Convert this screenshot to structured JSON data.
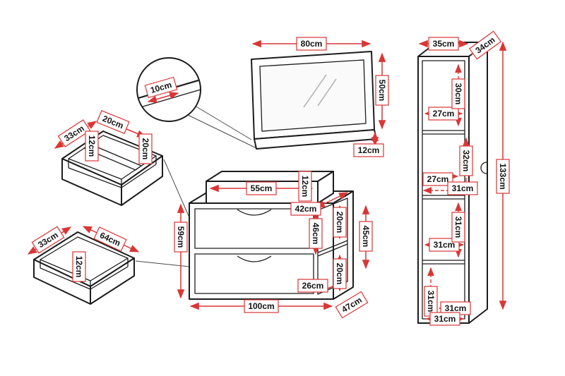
{
  "colors": {
    "accent": "#d93636",
    "line": "#1c1c1c",
    "background": "#ffffff"
  },
  "unit": "cm",
  "mirror": {
    "width": "80cm",
    "height": "50cm",
    "shelf_depth": "12cm"
  },
  "detail": {
    "shelf": "10cm"
  },
  "organizer": {
    "depth": "33cm",
    "width": "20cm",
    "inner_height": "12cm",
    "divider_height": "20cm"
  },
  "drawer": {
    "depth": "33cm",
    "width": "64cm",
    "height": "12cm"
  },
  "sideboard": {
    "height": "59cm",
    "top_width": "55cm",
    "top_height": "12cm",
    "top_depth": "42cm",
    "niche_height": "46cm",
    "niche_depth_top": "20cm",
    "right_height": "45cm",
    "niche_depth_bottom": "20cm",
    "niche_width": "26cm",
    "width": "100cm",
    "depth": "47cm"
  },
  "cabinet": {
    "width": "35cm",
    "depth": "34cm",
    "height": "133cm",
    "sec1_width": "27cm",
    "sec1_height": "30cm",
    "sec2_depth": "27cm",
    "sec2_width": "31cm",
    "sec2_height": "32cm",
    "sec3_width": "31cm",
    "sec3_height": "31cm",
    "sec4_height": "31cm",
    "sec4_width": "31cm",
    "bottom_width": "31cm"
  }
}
